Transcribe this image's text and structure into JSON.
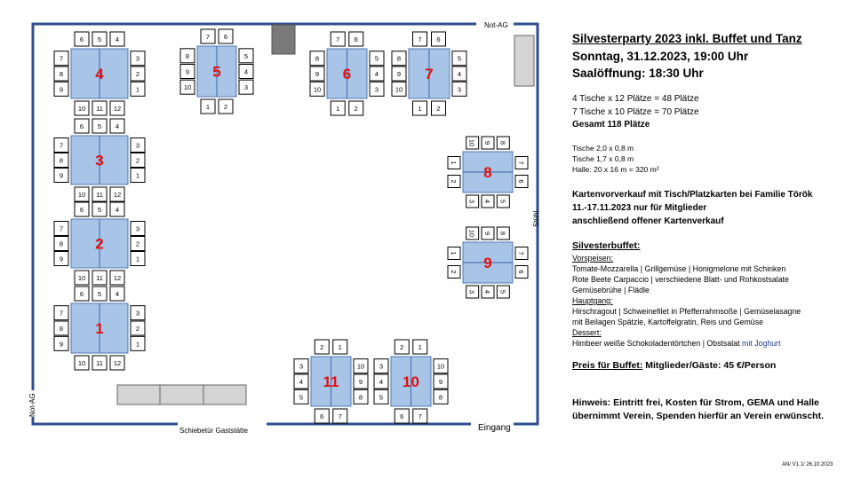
{
  "plan": {
    "colors": {
      "wall": "#2e4e8e",
      "table": "#a8c4e6",
      "table_stroke": "#4f78b4",
      "chair_stroke": "#000000",
      "table_number": "#e01010",
      "stage": "#d4d4d4",
      "pillar": "#7a7a7a"
    },
    "labels": {
      "not_ag_top": "Not-AG",
      "not_ag_left": "Not-AG",
      "schiebetuer": "Schiebetür Gaststätte",
      "eingang": "Eingang",
      "stuehle": "Stühl."
    },
    "tables": [
      {
        "number": "4",
        "top": [
          "6",
          "5",
          "4"
        ],
        "bottom": [
          "10",
          "11",
          "12"
        ],
        "left": [
          "7",
          "8",
          "9"
        ],
        "right": [
          "3",
          "2",
          "1"
        ]
      },
      {
        "number": "3",
        "top": [
          "6",
          "5",
          "4"
        ],
        "bottom": [
          "10",
          "11",
          "12"
        ],
        "left": [
          "7",
          "8",
          "9"
        ],
        "right": [
          "3",
          "2",
          "1"
        ]
      },
      {
        "number": "2",
        "top": [
          "6",
          "5",
          "4"
        ],
        "bottom": [
          "10",
          "11",
          "12"
        ],
        "left": [
          "7",
          "8",
          "9"
        ],
        "right": [
          "3",
          "2",
          "1"
        ]
      },
      {
        "number": "1",
        "top": [
          "6",
          "5",
          "4"
        ],
        "bottom": [
          "10",
          "11",
          "12"
        ],
        "left": [
          "7",
          "8",
          "9"
        ],
        "right": [
          "3",
          "2",
          "1"
        ]
      },
      {
        "number": "5",
        "top": [
          "7",
          "6"
        ],
        "bottom": [
          "1",
          "2"
        ],
        "left": [
          "8",
          "9",
          "10"
        ],
        "right": [
          "5",
          "4",
          "3"
        ]
      },
      {
        "number": "6",
        "top": [
          "7",
          "6"
        ],
        "bottom": [
          "1",
          "2"
        ],
        "left": [
          "8",
          "9",
          "10"
        ],
        "right": [
          "5",
          "4",
          "3"
        ]
      },
      {
        "number": "7",
        "top": [
          "7",
          "6"
        ],
        "bottom": [
          "1",
          "2"
        ],
        "left": [
          "8",
          "9",
          "10"
        ],
        "right": [
          "5",
          "4",
          "3"
        ]
      },
      {
        "number": "8",
        "top": [
          "10",
          "9",
          "8"
        ],
        "bottom": [
          "3",
          "4",
          "5"
        ],
        "left": [
          "1",
          "2"
        ],
        "right": [
          "7",
          "6"
        ]
      },
      {
        "number": "9",
        "top": [
          "10",
          "9",
          "8"
        ],
        "bottom": [
          "3",
          "4",
          "5"
        ],
        "left": [
          "1",
          "2"
        ],
        "right": [
          "7",
          "6"
        ]
      },
      {
        "number": "11",
        "top": [
          "2",
          "1"
        ],
        "bottom": [
          "6",
          "7"
        ],
        "left": [
          "3",
          "4",
          "5"
        ],
        "right": [
          "10",
          "9",
          "8"
        ]
      },
      {
        "number": "10",
        "top": [
          "2",
          "1"
        ],
        "bottom": [
          "6",
          "7"
        ],
        "left": [
          "3",
          "4",
          "5"
        ],
        "right": [
          "10",
          "9",
          "8"
        ]
      }
    ]
  },
  "info": {
    "title1": "Silvesterparty 2023 inkl. Buffet und Tanz",
    "title2": "Sonntag, 31.12.2023, 19:00 Uhr",
    "title3": "Saalöffnung: 18:30 Uhr",
    "cap1": "4 Tische x 12 Plätze = 48 Plätze",
    "cap2": "7 Tische x 10 Plätze = 70 Plätze",
    "cap3": "Gesamt 118 Plätze",
    "size1": "Tische 2,0 x 0,8 m",
    "size2": "Tische 1,7 x 0,8 m",
    "size3": "Halle: 20 x 16 m = 320 m²",
    "vv1": "Kartenvorverkauf mit Tisch/Platzkarten bei Familie Török",
    "vv2": "11.-17.11.2023 nur für Mitglieder",
    "vv3": "anschließend offener Kartenverkauf",
    "buffet_title": "Silvesterbuffet:",
    "vorspeisen_head": "Vorspeisen:",
    "vorspeisen1": "Tomate-Mozzarella | Grillgemüse | Honigmelone mit Schinken",
    "vorspeisen2": "Rote Beete Carpaccio | verschiedene Blatt- und Rohkostsalate",
    "vorspeisen3": "Gemüsebrühe | Flädle",
    "haupt_head": "Hauptgang:",
    "haupt1": "Hirschragout | Schweinefilet in Pfefferrahmsoße | Gemüselasagne",
    "haupt2": "mit Beilagen Spätzle, Kartoffelgratin, Reis und Gemüse",
    "dessert_head": "Dessert:",
    "dessert1a": "Himbeer weiße Schokoladentörtchen | Obstsalat ",
    "dessert1b": "mit Joghurt",
    "preis_label": "Preis für Buffet:",
    "preis_value": " Mitglieder/Gäste: 45 €/Person",
    "hinweis1": "Hinweis: Eintritt frei, Kosten für Strom, GEMA und Halle",
    "hinweis2": "übernimmt Verein, Spenden hierfür an Verein erwünscht.",
    "version": "AN/ V1.1/ 26.10.2023"
  }
}
